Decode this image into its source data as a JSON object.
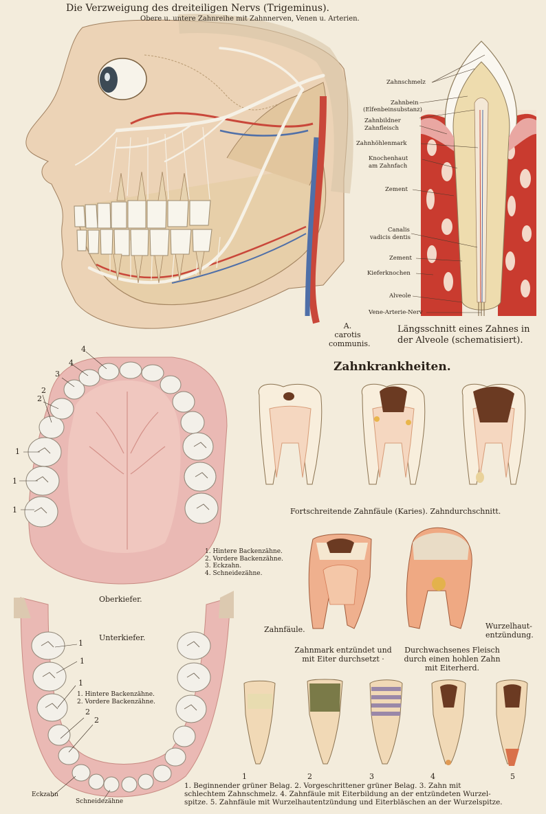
{
  "header": {
    "title": "Die Verzweigung des dreiteiligen Nervs (Trigeminus).",
    "subtitle": "Obere u. untere Zahnreihe mit Zahnnerven, Venen u. Arterien."
  },
  "head_figure": {
    "artery_label_lines": [
      "A.",
      "carotis",
      "communis."
    ]
  },
  "tooth_section": {
    "labels": [
      "Zahnschmelz",
      "Zahnbein",
      "(Elfenbeinsubstanz)",
      "Zahnbildner",
      "Zahnfleisch",
      "Zahnhöhlenmark",
      "Knochenhaut",
      "am Zahnfach",
      "Zement",
      "Canalis",
      "vadicis dentis",
      "Zement",
      "Kieferknochen",
      "Alveole",
      "Vene-Arterie-Nerv"
    ],
    "caption_lines": [
      "Längsschnitt eines Zahnes in",
      "der Alveole (schematisiert)."
    ]
  },
  "diseases": {
    "heading": "Zahnkrankheiten.",
    "caries_caption": "Fortschreitende Zahnfäule (Karies). Zahndurchschnitt.",
    "left_label": "Zahnfäule.",
    "right_label_lines": [
      "Wurzelhaut-",
      "entzündung."
    ],
    "left_caption_lines": [
      "Zahnmark entzündet und",
      "mit Eiter durchsetzt ·"
    ],
    "right_caption_lines": [
      "Durchwachsenes Fleisch",
      "durch einen hohlen Zahn",
      "mit Eiterherd."
    ],
    "stage_numbers": [
      "1",
      "2",
      "3",
      "4",
      "5"
    ],
    "stages_caption_lines": [
      "1. Beginnender grüner Belag. 2. Vorgeschrittener grüner Belag. 3. Zahn mit",
      "schlechtem Zahnschmelz. 4. Zahnfäule mit Eiterbildung an der entzündeten Wurzel-",
      "spitze. 5. Zahnfäule mit Wurzelhautentzündung und Eiterbläschen an der Wurzelspitze."
    ]
  },
  "upper_jaw": {
    "label": "Oberkiefer.",
    "tooth_numbers": [
      "4",
      "3",
      "4",
      "2",
      "2",
      "1",
      "1",
      "1"
    ],
    "legend_lines": [
      "1. Hintere Backenzähne.",
      "2. Vordere Backenzähne.",
      "3. Eckzahn.",
      "4. Schneidezähne."
    ]
  },
  "lower_jaw": {
    "label": "Unterkiefer.",
    "tooth_numbers": [
      "1",
      "1",
      "1",
      "2",
      "2"
    ],
    "legend_lines": [
      "1. Hintere Backenzähne.",
      "2. Vordere Backenzähne."
    ],
    "bottom_labels": [
      "Eckzahn",
      "Schneidezähne"
    ]
  },
  "colors": {
    "paper": "#f3ecdc",
    "gum": "#e9a7a2",
    "nerve": "#f6f1e6",
    "artery": "#c9473a",
    "vein": "#4f6fa8",
    "bone": "#c93b2f",
    "decay": "#6b3a22"
  }
}
